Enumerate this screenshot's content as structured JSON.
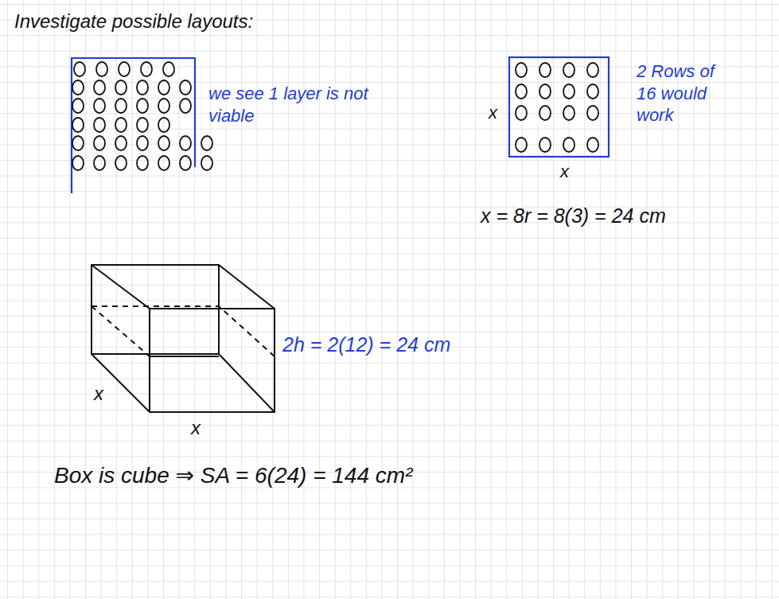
{
  "diagram": {
    "title": "Investigate possible layouts:",
    "labels": [
      "we see 1 layer is not viable",
      "2 Rows of 16 would work",
      "x",
      "x",
      "x = 8r = 8(3) = 24 cm",
      "2h = 2(12) = 24 cm",
      "x",
      "x",
      "Box is cube ⇒ SA = 6(24) = 144 cm²"
    ]
  }
}
